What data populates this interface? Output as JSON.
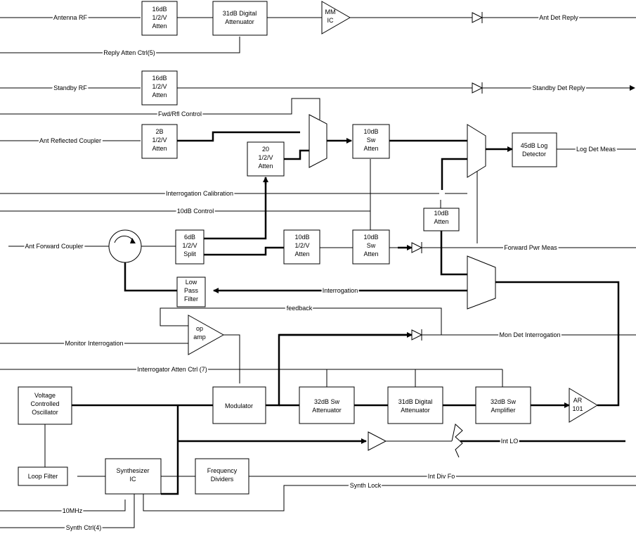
{
  "blocks": {
    "atten_16db_a": [
      "16dB",
      "1/2/V",
      "Atten"
    ],
    "digital_atten_31db_top": [
      "31dB Digital",
      "Attenuator"
    ],
    "mmic": [
      "MM",
      "IC"
    ],
    "atten_16db_b": [
      "16dB",
      "1/2/V",
      "Atten"
    ],
    "atten_2b": [
      "2B",
      "1/2/V",
      "Atten"
    ],
    "atten_20": [
      "20",
      "1/2/V",
      "Atten"
    ],
    "sw_atten_10db_a": [
      "10dB",
      "Sw",
      "Atten"
    ],
    "log_detector": [
      "45dB Log",
      "Detector"
    ],
    "atten_10db_mid": [
      "10dB",
      "Atten"
    ],
    "split_6db": [
      "6dB",
      "1/2/V",
      "Split"
    ],
    "atten_10db_c": [
      "10dB",
      "1/2/V",
      "Atten"
    ],
    "sw_atten_10db_b": [
      "10dB",
      "Sw",
      "Atten"
    ],
    "low_pass_filter": [
      "Low",
      "Pass",
      "Filter"
    ],
    "op_amp": [
      "op",
      "amp"
    ],
    "vco": [
      "Voltage",
      "Controlled",
      "Oscillator"
    ],
    "modulator": [
      "Modulator"
    ],
    "sw_atten_32db": [
      "32dB Sw",
      "Attenuator"
    ],
    "digital_atten_31db_bot": [
      "31dB Digital",
      "Attenuator"
    ],
    "sw_amp_32db": [
      "32dB Sw",
      "Amplifier"
    ],
    "amp_101": [
      "AR",
      "101"
    ],
    "loop_filter": [
      "Loop Filter"
    ],
    "synth_ic": [
      "Synthesizer",
      "IC"
    ],
    "freq_dividers": [
      "Frequency",
      "Dividers"
    ]
  },
  "signals": {
    "antenna_rf": "Antenna RF",
    "ant_det_reply": "Ant Det Reply",
    "reply_atten_ctrl": "Reply Atten Ctrl(5)",
    "standby_rf": "Standby RF",
    "standby_det_reply": "Standby Det Reply",
    "fwd_rfl_control": "Fwd/Rfl Control",
    "ant_reflected_coupler": "Ant Reflected Coupler",
    "log_det_meas": "Log Det Meas",
    "interrogation_calibration": "Interrogation Calibration",
    "ctrl_10db": "10dB Control",
    "ant_forward_coupler": "Ant Forward Coupler",
    "forward_pwr_meas": "Forward Pwr Meas",
    "interrogation": "Interrogation",
    "feedback": "feedback",
    "monitor_interrogation": "Monitor Interrogation",
    "mon_det_interrogation": "Mon Det Interrogation",
    "interrogator_atten_ctrl": "Interrogator Atten Ctrl (7)",
    "int_lo": "Int LO",
    "int_div_fo": "Int Div Fo",
    "synth_lock": "Synth Lock",
    "ref_10mhz": "10MHz",
    "synth_ctrl": "Synth Ctrl(4)"
  }
}
